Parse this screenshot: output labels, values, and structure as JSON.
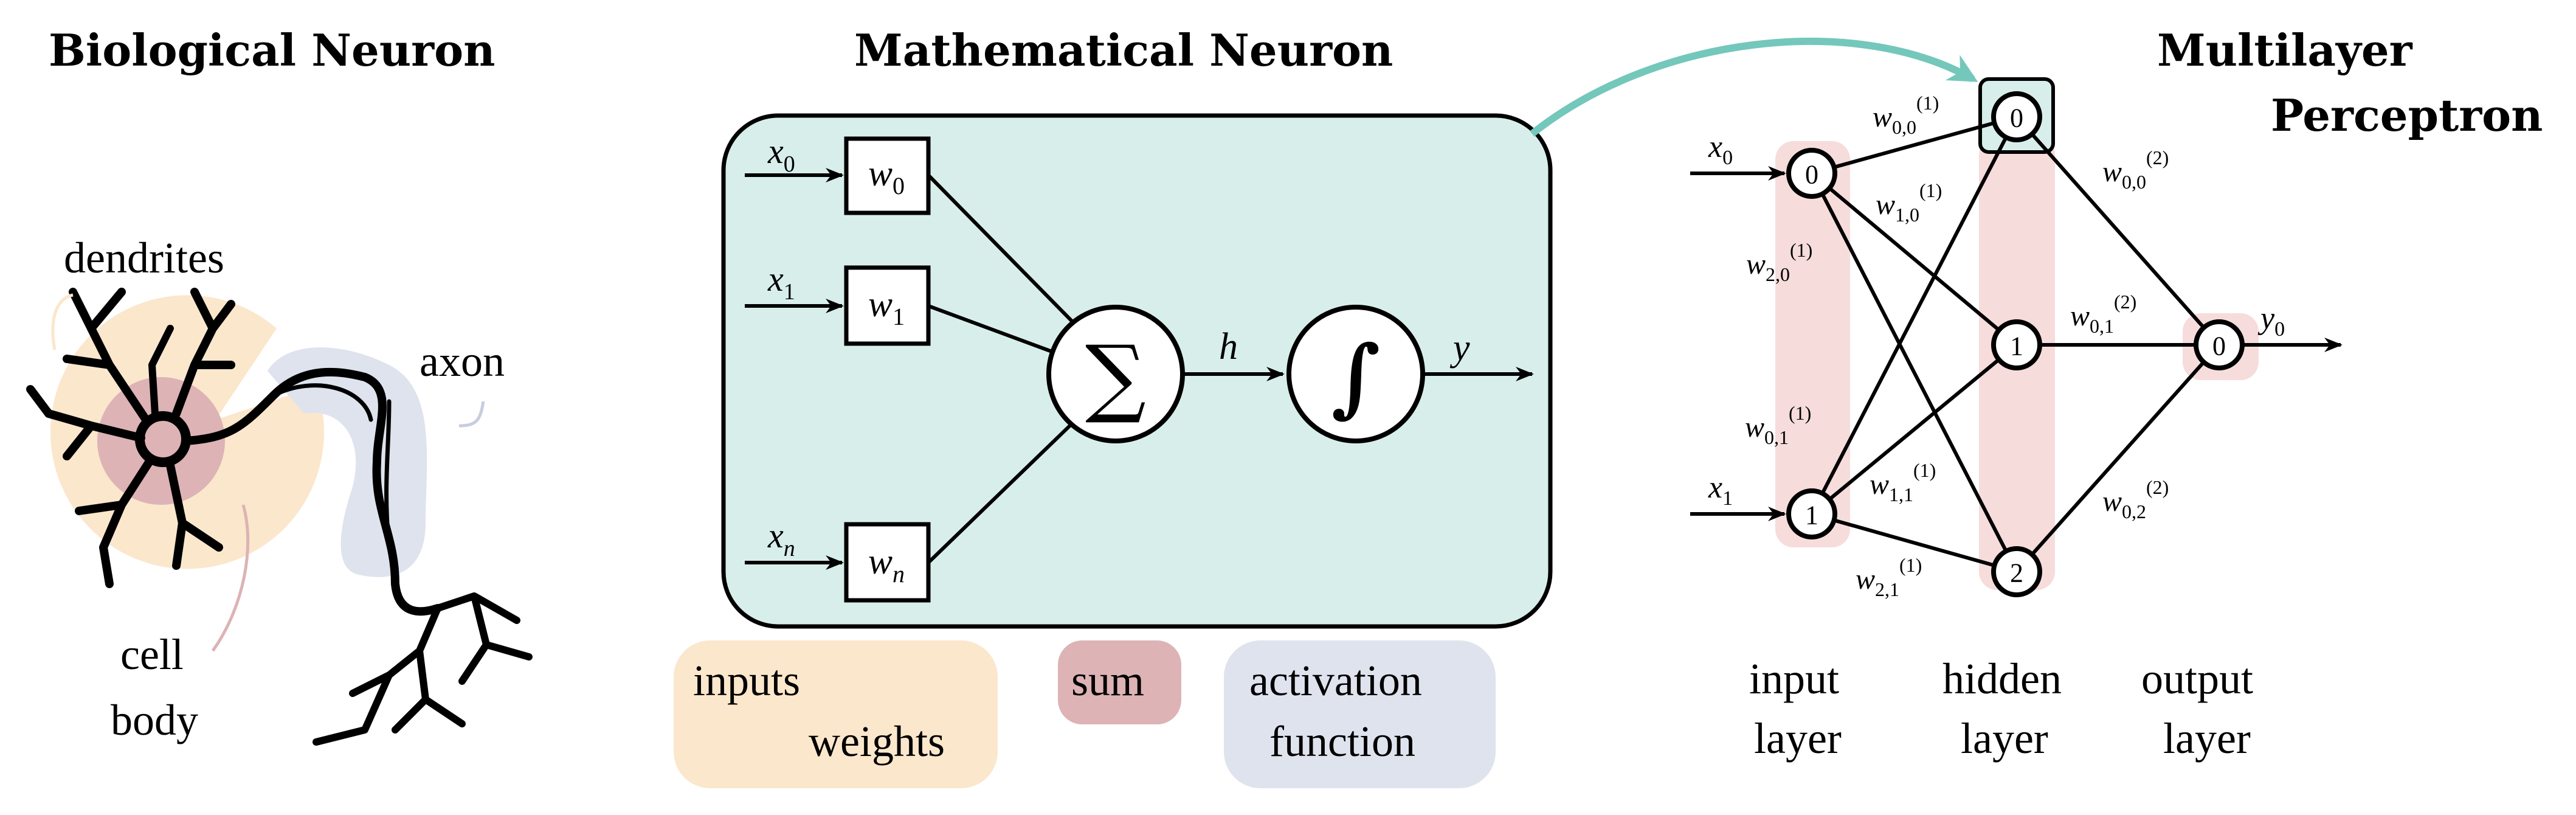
{
  "colors": {
    "orange": "#fbe7cc",
    "red": "#ddb3b6",
    "blue": "#dfe3ee",
    "teal": "#d8eeea",
    "teal_arrow": "#74c7bb",
    "pink_layer": "#f6dcdb"
  },
  "biological": {
    "title": "Biological Neuron",
    "dendrites": "dendrites",
    "axon": "axon",
    "cell_line1": "cell",
    "cell_line2": "body"
  },
  "mathematical": {
    "title": "Mathematical Neuron",
    "inputs": [
      {
        "x": "x",
        "x_sub": "0",
        "w": "w",
        "w_sub": "0"
      },
      {
        "x": "x",
        "x_sub": "1",
        "w": "w",
        "w_sub": "1"
      },
      {
        "x": "x",
        "x_sub": "n",
        "w": "w",
        "w_sub": "n"
      }
    ],
    "sum_symbol": "∑",
    "activation_symbol": "∫",
    "h": "h",
    "y": "y",
    "legend": {
      "inputs": "inputs",
      "weights": "weights",
      "sum": "sum",
      "activation_line1": "activation",
      "activation_line2": "function"
    }
  },
  "mlp": {
    "title_line1": "Multilayer",
    "title_line2": "Perceptron",
    "input_nodes": [
      "0",
      "1"
    ],
    "hidden_nodes": [
      "0",
      "1",
      "2"
    ],
    "output_nodes": [
      "0"
    ],
    "x0": "x",
    "x0_sub": "0",
    "x1": "x",
    "x1_sub": "1",
    "y0": "y",
    "y0_sub": "0",
    "weights": {
      "w00_1": {
        "sub": "0,0",
        "sup": "(1)"
      },
      "w10_1": {
        "sub": "1,0",
        "sup": "(1)"
      },
      "w20_1": {
        "sub": "2,0",
        "sup": "(1)"
      },
      "w01_1": {
        "sub": "0,1",
        "sup": "(1)"
      },
      "w11_1": {
        "sub": "1,1",
        "sup": "(1)"
      },
      "w21_1": {
        "sub": "2,1",
        "sup": "(1)"
      },
      "w00_2": {
        "sub": "0,0",
        "sup": "(2)"
      },
      "w01_2": {
        "sub": "0,1",
        "sup": "(2)"
      },
      "w02_2": {
        "sub": "0,2",
        "sup": "(2)"
      }
    },
    "layers": {
      "input_line1": "input",
      "input_line2": "layer",
      "hidden_line1": "hidden",
      "hidden_line2": "layer",
      "output_line1": "output",
      "output_line2": "layer"
    }
  }
}
